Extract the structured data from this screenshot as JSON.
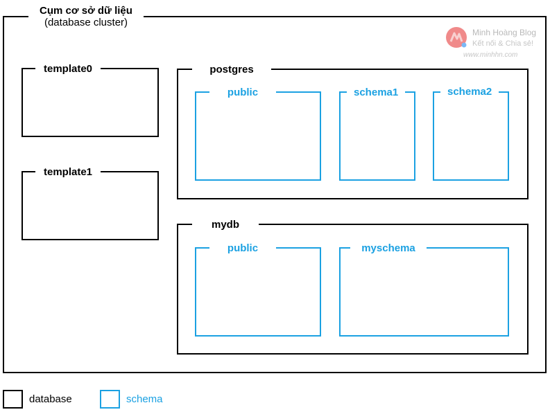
{
  "cluster": {
    "title": "Cụm cơ sở dữ liệu",
    "subtitle": "(database cluster)"
  },
  "databases": [
    {
      "name": "template0",
      "schemas": []
    },
    {
      "name": "template1",
      "schemas": []
    },
    {
      "name": "postgres",
      "schemas": [
        "public",
        "schema1",
        "schema2"
      ]
    },
    {
      "name": "mydb",
      "schemas": [
        "public",
        "myschema"
      ]
    }
  ],
  "watermark": {
    "name": "Minh Hoàng Blog",
    "slogan": "Kết nối & Chia sẻ!",
    "url": "www.minhhn.com",
    "logo_colors": [
      "#f08a8a",
      "#f4b6b6",
      "#7ab8f5"
    ]
  },
  "legend": {
    "database": "database",
    "schema": "schema"
  },
  "colors": {
    "database_border": "#000000",
    "schema_border": "#1ba1e2",
    "schema_text": "#1ba1e2"
  }
}
